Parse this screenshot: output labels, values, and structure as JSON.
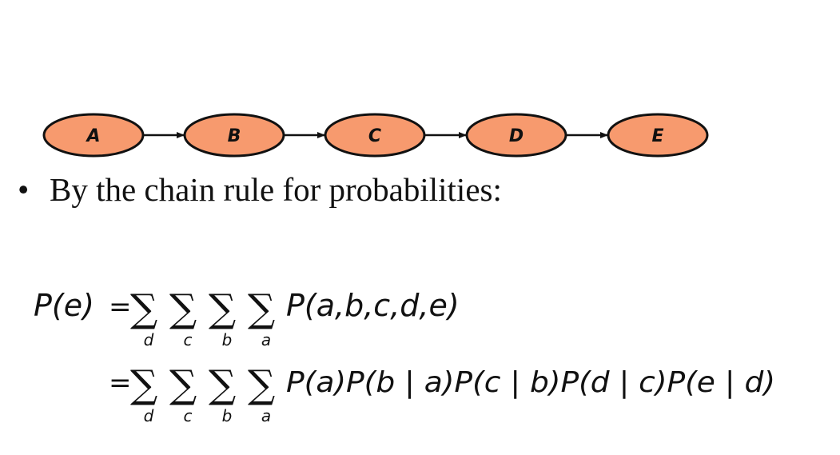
{
  "nodes": [
    "A",
    "B",
    "C",
    "D",
    "E"
  ],
  "colors": {
    "node_fill": "#f79a6e",
    "node_stroke": "#111111",
    "text": "#111111"
  },
  "bullet": {
    "symbol": "•",
    "text": "By the chain rule for probabilities:"
  },
  "equation": {
    "lhs": "P(e)",
    "eq1": "=",
    "eq2": "=",
    "sigma": "∑",
    "sum_indices": [
      "d",
      "c",
      "b",
      "a"
    ],
    "line1_rhs": "P(a,b,c,d,e)",
    "line2_rhs": "P(a)P(b | a)P(c | b)P(d | c)P(e | d)"
  }
}
